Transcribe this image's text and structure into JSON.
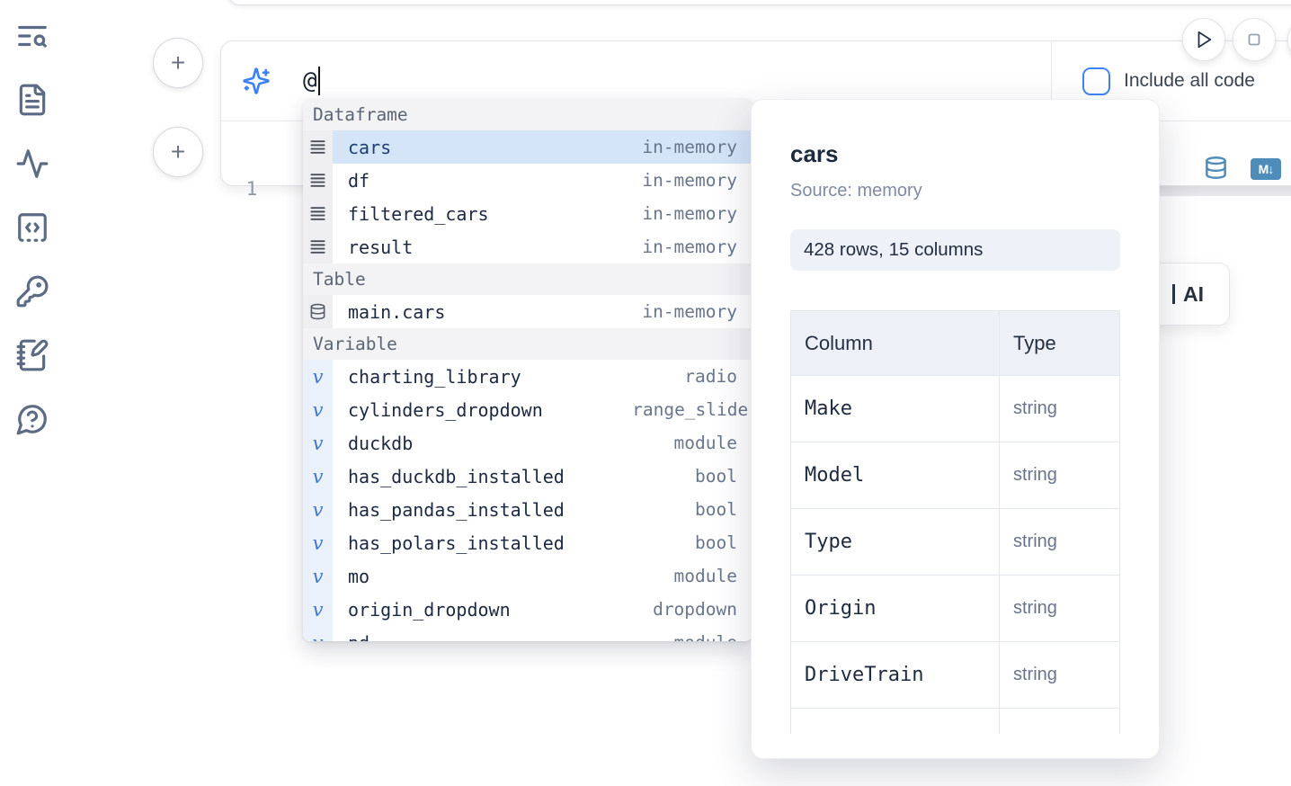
{
  "colors": {
    "accent_blue": "#3f83f8",
    "icon_blue": "#4e8cba",
    "selection_blue": "#d5e5f8",
    "sidebar_icon": "#5b6b84"
  },
  "sidebar": {
    "icons": [
      {
        "name": "text-search-icon"
      },
      {
        "name": "file-text-icon"
      },
      {
        "name": "activity-icon"
      },
      {
        "name": "snippets-icon"
      },
      {
        "name": "key-icon"
      },
      {
        "name": "scratchpad-icon"
      },
      {
        "name": "help-icon"
      }
    ]
  },
  "run_controls": {
    "run_label": "run",
    "stop_label": "stop"
  },
  "ai_cell": {
    "input_value": "@",
    "include_all_code_label": "Include all code",
    "include_all_code_checked": false,
    "line_number": "1",
    "markdown_badge": "M↓"
  },
  "plus_buttons": {
    "label": "+"
  },
  "ai_generate_button": {
    "visible_label": "AI"
  },
  "autocomplete": {
    "sections": [
      {
        "label": "Dataframe",
        "kind": "dataframe",
        "items": [
          {
            "name": "cars",
            "detail": "in-memory",
            "selected": true
          },
          {
            "name": "df",
            "detail": "in-memory"
          },
          {
            "name": "filtered_cars",
            "detail": "in-memory"
          },
          {
            "name": "result",
            "detail": "in-memory"
          }
        ]
      },
      {
        "label": "Table",
        "kind": "table",
        "items": [
          {
            "name": "main.cars",
            "detail": "in-memory"
          }
        ]
      },
      {
        "label": "Variable",
        "kind": "variable",
        "items": [
          {
            "name": "charting_library",
            "detail": "radio"
          },
          {
            "name": "cylinders_dropdown",
            "detail": "range_slider",
            "clipped": true
          },
          {
            "name": "duckdb",
            "detail": "module"
          },
          {
            "name": "has_duckdb_installed",
            "detail": "bool"
          },
          {
            "name": "has_pandas_installed",
            "detail": "bool"
          },
          {
            "name": "has_polars_installed",
            "detail": "bool"
          },
          {
            "name": "mo",
            "detail": "module"
          },
          {
            "name": "origin_dropdown",
            "detail": "dropdown"
          },
          {
            "name": "pd",
            "detail": "module"
          }
        ]
      }
    ]
  },
  "preview_panel": {
    "title": "cars",
    "source": "Source: memory",
    "shape_badge": "428 rows, 15 columns",
    "schema": {
      "headers": [
        "Column",
        "Type"
      ],
      "rows": [
        {
          "column": "Make",
          "type": "string"
        },
        {
          "column": "Model",
          "type": "string"
        },
        {
          "column": "Type",
          "type": "string"
        },
        {
          "column": "Origin",
          "type": "string"
        },
        {
          "column": "DriveTrain",
          "type": "string"
        }
      ]
    }
  }
}
